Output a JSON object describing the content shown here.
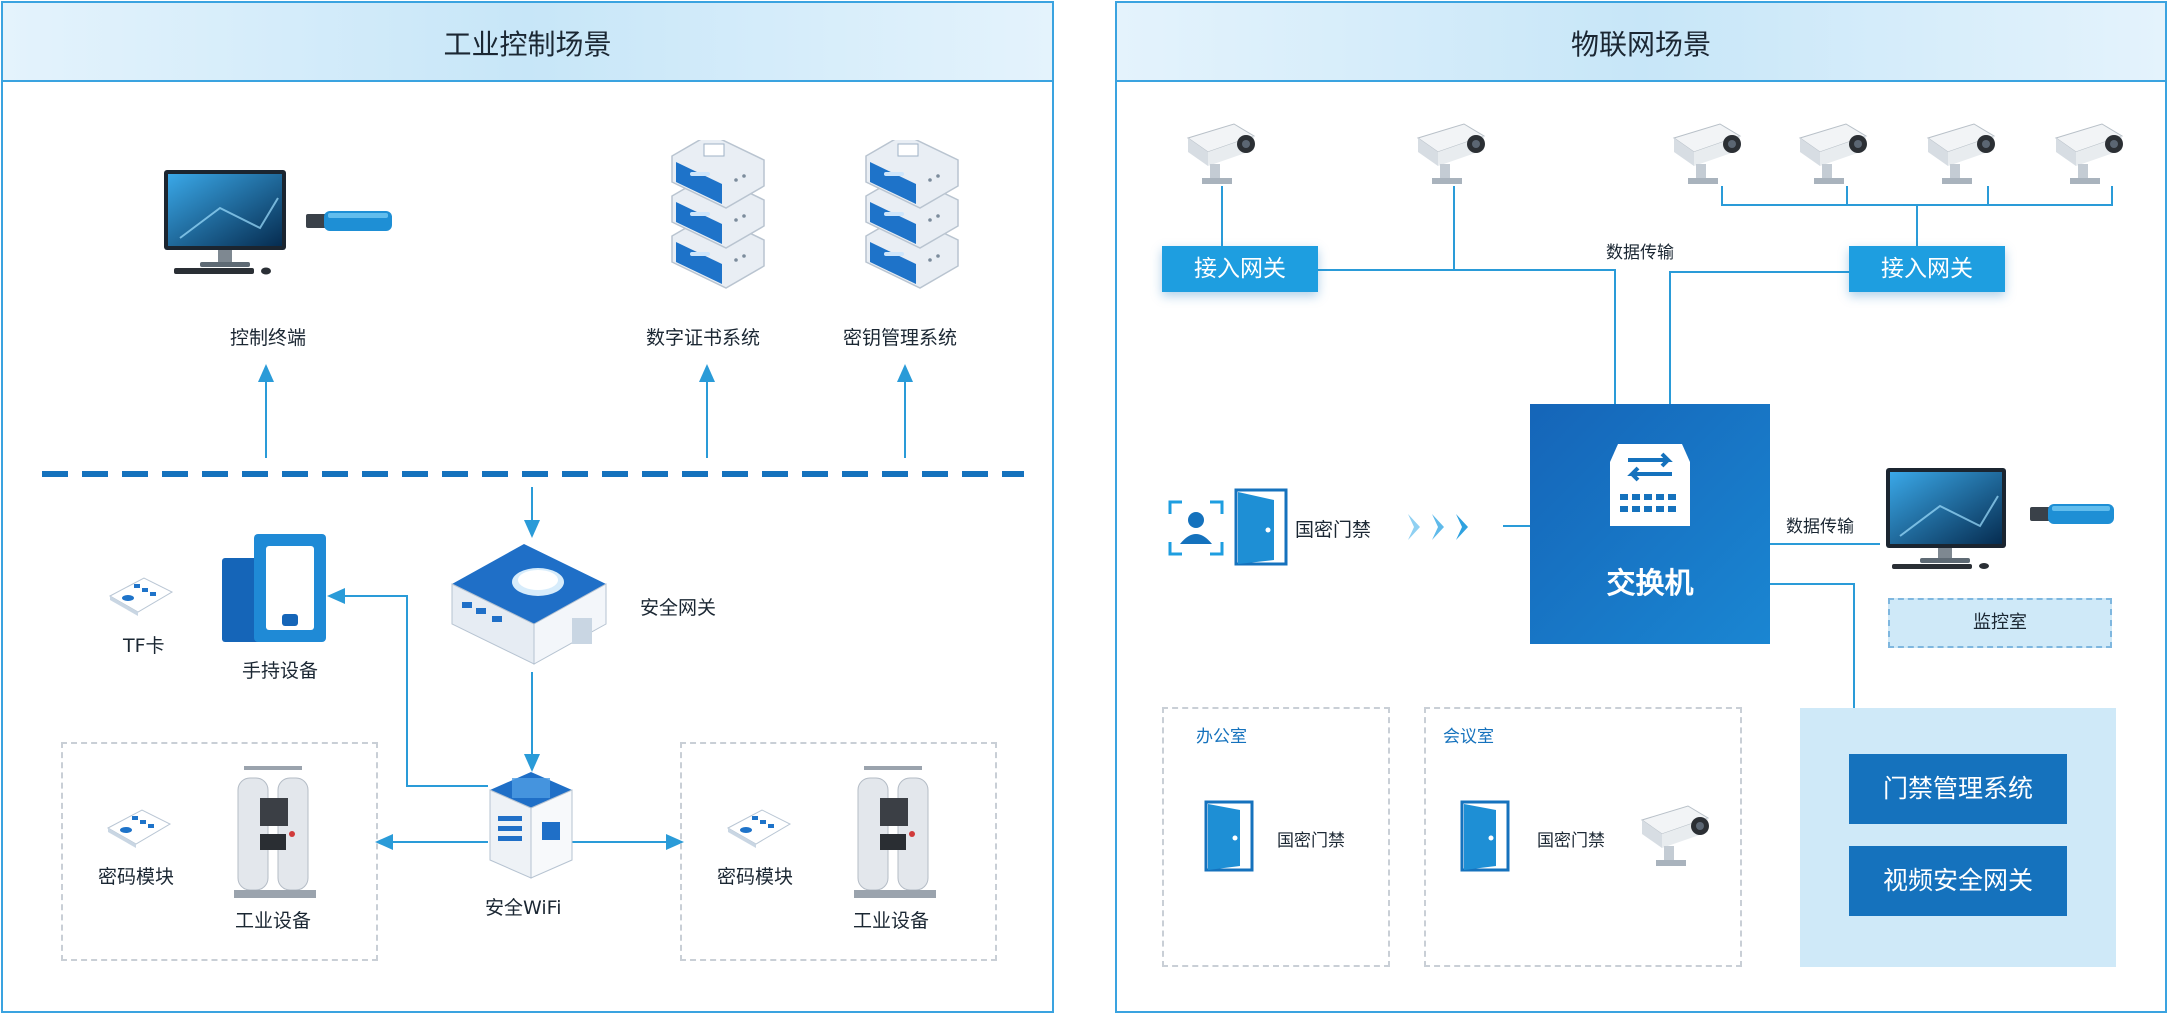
{
  "left_panel": {
    "title": "工业控制场景",
    "labels": {
      "control_terminal": "控制终端",
      "digital_cert": "数字证书系统",
      "key_mgmt": "密钥管理系统",
      "security_gateway": "安全网关",
      "tf_card": "TF卡",
      "handheld": "手持设备",
      "crypto_module_left": "密码模块",
      "industrial_left": "工业设备",
      "safe_wifi": "安全WiFi",
      "crypto_module_right": "密码模块",
      "industrial_right": "工业设备"
    }
  },
  "right_panel": {
    "title": "物联网场景",
    "labels": {
      "access_gateway_left": "接入网关",
      "access_gateway_right": "接入网关",
      "data_transfer_top": "数据传输",
      "data_transfer_right": "数据传输",
      "door_access": "国密门禁",
      "switch": "交换机",
      "monitor_room": "监控室",
      "office": "办公室",
      "meeting_room": "会议室",
      "office_door": "国密门禁",
      "meeting_door": "国密门禁",
      "access_mgmt_system": "门禁管理系统",
      "video_security_gateway": "视频安全网关"
    }
  },
  "colors": {
    "primary": "#1e9ee0",
    "dark_blue": "#1572bd",
    "border": "#3aa3e0",
    "line": "#2a9bd8",
    "light_bg": "#cfe9f8"
  }
}
